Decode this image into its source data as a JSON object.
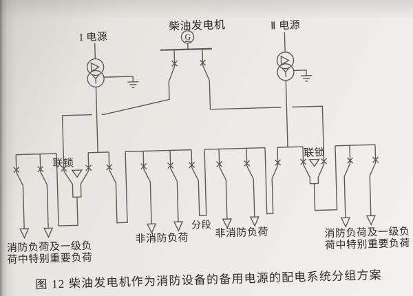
{
  "figure": {
    "caption": "图 12  柴油发电机作为消防设备的备用电源的配电系统分组方案"
  },
  "sources": {
    "source1": {
      "label": "I 电源"
    },
    "source2": {
      "label": "Ⅱ 电源"
    },
    "generator": {
      "label": "柴油发电机",
      "symbol": "G"
    }
  },
  "interlocks": {
    "left": {
      "label": "联锁"
    },
    "right": {
      "label": "联锁"
    }
  },
  "bus_tie": {
    "label": "分段"
  },
  "loads": {
    "left_fire": {
      "line1": "消防负荷及一级负",
      "line2": "荷中特别重要负荷"
    },
    "left_nonfire": {
      "label": "非消防负荷"
    },
    "right_nonfire": {
      "label": "非消防负荷"
    },
    "right_fire": {
      "line1": "消防负荷及一级负",
      "line2": "荷中特别重要负荷"
    }
  },
  "style": {
    "line_color": "#5c5a54",
    "text_color": "#2e2c28",
    "page_color": "#e9e7e2"
  }
}
